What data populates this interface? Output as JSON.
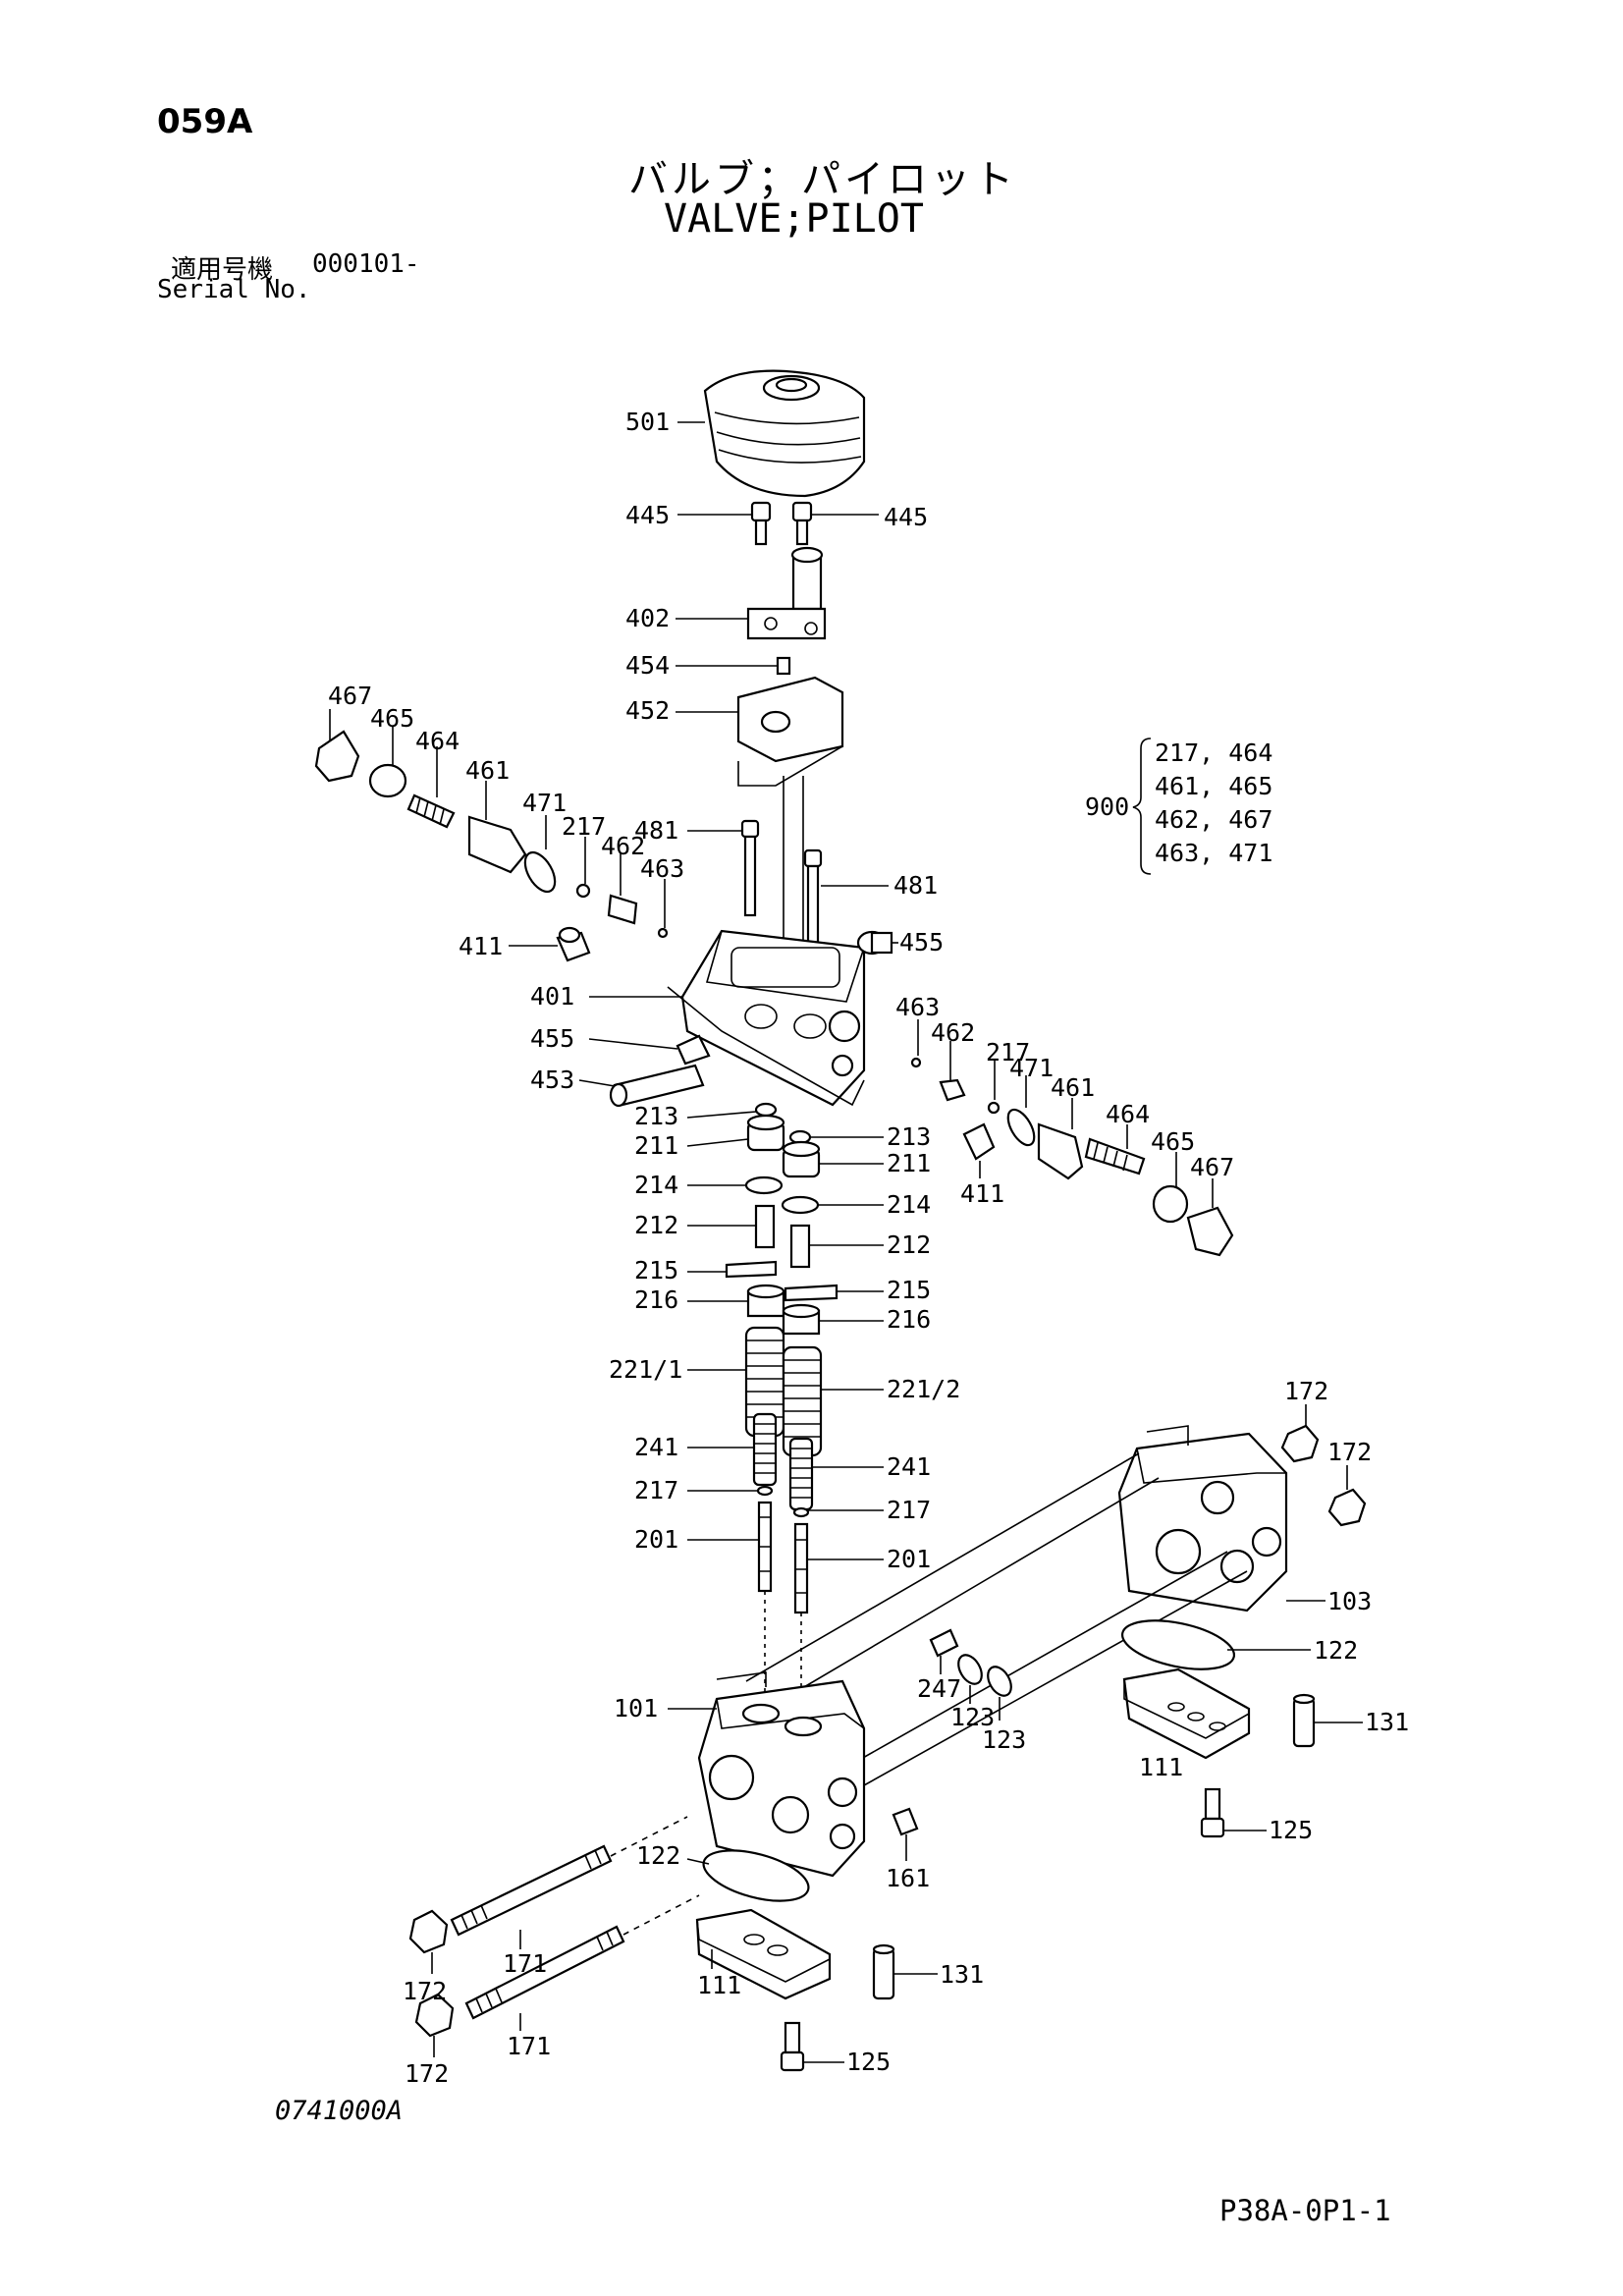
{
  "header": {
    "page_code": "059A",
    "title_jp": "バルブ；パイロット",
    "title_en": "VALVE;PILOT",
    "serial_label_jp": "適用号機",
    "serial_value": "000101-",
    "serial_label_en": "Serial No."
  },
  "kit": {
    "number": "900",
    "rows": [
      "217, 464",
      "461, 465",
      "462, 467",
      "463, 471"
    ]
  },
  "parts": {
    "p501": "501",
    "p445a": "445",
    "p445b": "445",
    "p402": "402",
    "p454": "454",
    "p452": "452",
    "p467a": "467",
    "p465a": "465",
    "p464a": "464",
    "p461a": "461",
    "p471a": "471",
    "p217a": "217",
    "p462a": "462",
    "p463a": "463",
    "p481a": "481",
    "p481b": "481",
    "p411a": "411",
    "p455a": "455",
    "p401": "401",
    "p455b": "455",
    "p453": "453",
    "p463b": "463",
    "p462b": "462",
    "p217b": "217",
    "p471b": "471",
    "p461b": "461",
    "p464b": "464",
    "p465b": "465",
    "p467b": "467",
    "p411b": "411",
    "p213a": "213",
    "p211a": "211",
    "p213b": "213",
    "p211b": "211",
    "p214a": "214",
    "p214b": "214",
    "p212a": "212",
    "p212b": "212",
    "p215a": "215",
    "p215b": "215",
    "p216a": "216",
    "p216b": "216",
    "p221_1": "221/1",
    "p221_2": "221/2",
    "p241a": "241",
    "p241b": "241",
    "p217c": "217",
    "p217d": "217",
    "p201a": "201",
    "p201b": "201",
    "p172a": "172",
    "p172b": "172",
    "p103": "103",
    "p122a": "122",
    "p131a": "131",
    "p111a": "111",
    "p125a": "125",
    "p247": "247",
    "p123a": "123",
    "p123b": "123",
    "p101": "101",
    "p161": "161",
    "p122b": "122",
    "p171a": "171",
    "p171b": "171",
    "p172c": "172",
    "p172d": "172",
    "p111b": "111",
    "p131b": "131",
    "p125b": "125"
  },
  "footer": {
    "drawing_no": "0741000A",
    "page_ref": "P38A-0P1-1"
  }
}
